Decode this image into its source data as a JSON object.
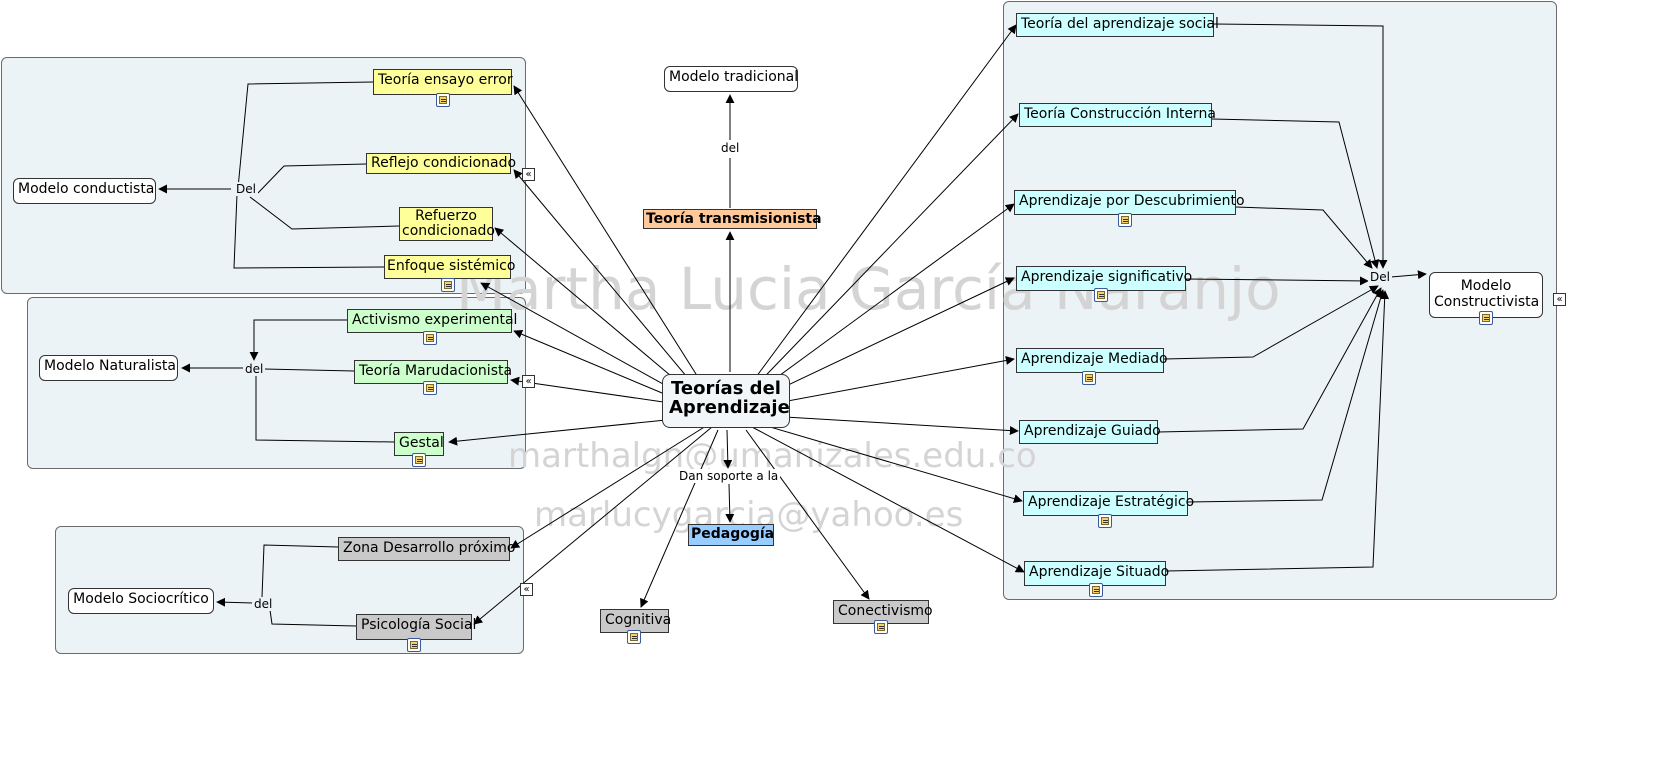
{
  "central": {
    "label": "Teorías del Aprendizaje"
  },
  "watermark": {
    "name": "Martha Lucia García Naranjo",
    "email1": "marthalgn@umanizales.edu.co",
    "email2": "marlucygarcia@yahoo.es"
  },
  "top": {
    "node": "Teoría transmisionista",
    "link": "del",
    "model": "Modelo tradicional"
  },
  "conductista": {
    "model": "Modelo conductista",
    "link": "Del",
    "nodes": [
      "Teoría ensayo error",
      "Reflejo condicionado",
      "Refuerzo condicionado",
      "Enfoque sistémico"
    ]
  },
  "naturalista": {
    "model": "Modelo Naturalista",
    "link": "del",
    "nodes": [
      "Activismo experimental",
      "Teoría Marudacionista",
      "Gestal"
    ]
  },
  "sociocritico": {
    "model": "Modelo Sociocrítico",
    "link": "del",
    "nodes": [
      "Zona Desarrollo próximo",
      "Psicología Social"
    ]
  },
  "bottom": {
    "link": "Dan soporte a la",
    "pedagogia": "Pedagogía",
    "cognitiva": "Cognitiva",
    "conectivismo": "Conectivismo"
  },
  "constructivista": {
    "model": "Modelo Constructivista",
    "link": "Del",
    "nodes": [
      "Teoría del aprendizaje social",
      "Teoría Construcción Interna",
      "Aprendizaje por Descubrimiento",
      "Aprendizaje significativo",
      "Aprendizaje Mediado",
      "Aprendizaje Guiado",
      "Aprendizaje Estratégico",
      "Aprendizaje Situado"
    ]
  },
  "icons": {
    "resource": "resource-doc-icon",
    "collapse": "collapse-icon",
    "collapse_glyph": "«"
  },
  "colors": {
    "group_bg": "#ecf3f6",
    "yellow": "#ffff99",
    "green": "#ccffcc",
    "cyan": "#ccffff",
    "gray": "#c9c9c9",
    "orange": "#ffc99a",
    "blue": "#99ccff"
  }
}
